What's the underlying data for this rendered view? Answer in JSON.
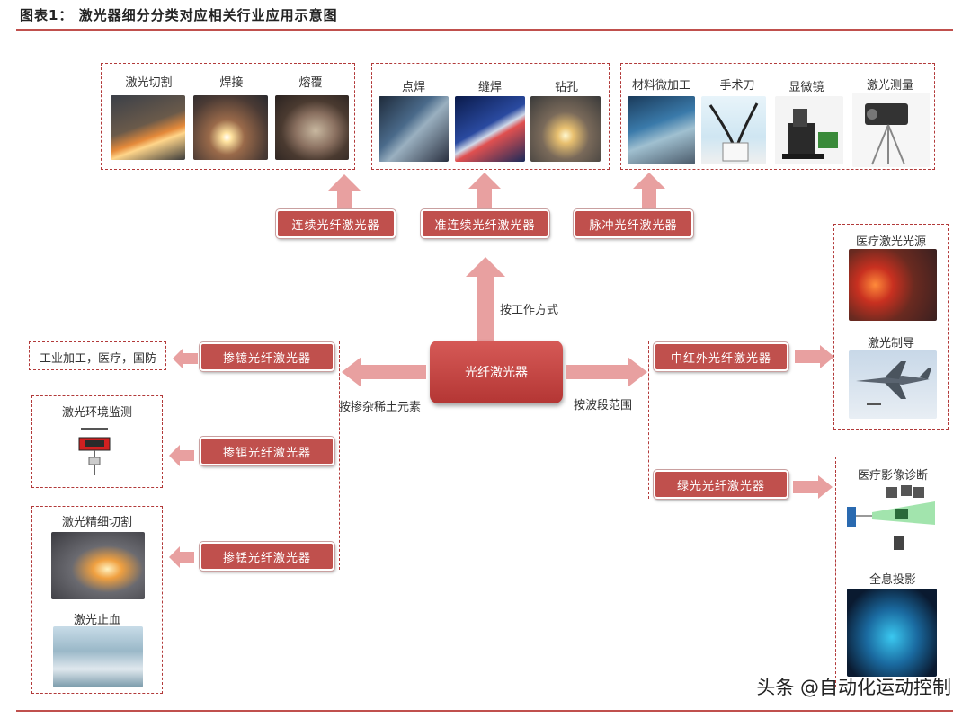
{
  "header": {
    "title": "图表1：  激光器细分分类对应相关行业应用示意图"
  },
  "center": {
    "label": "光纤激光器"
  },
  "classifications": {
    "by_work_mode": "按工作方式",
    "by_doping": "按掺杂稀土元素",
    "by_wavelength": "按波段范围"
  },
  "top_types": [
    "连续光纤激光器",
    "准连续光纤激光器",
    "脉冲光纤激光器"
  ],
  "top_apps": {
    "continuous": [
      "激光切割",
      "焊接",
      "熔覆"
    ],
    "quasi": [
      "点焊",
      "缝焊",
      "钻孔"
    ],
    "pulse": [
      "材料微加工",
      "手术刀",
      "显微镜",
      "激光测量"
    ]
  },
  "left_types": [
    "掺镱光纤激光器",
    "掺铒光纤激光器",
    "掺铥光纤激光器"
  ],
  "left_apps": {
    "ytterbium": "工业加工，医疗，国防",
    "erbium": "激光环境监测",
    "thulium": [
      "激光精细切割",
      "激光止血"
    ]
  },
  "right_types": [
    "中红外光纤激光器",
    "绿光光纤激光器"
  ],
  "right_apps": {
    "mid_ir": [
      "医疗激光光源",
      "激光制导"
    ],
    "green": [
      "医疗影像诊断",
      "全息投影"
    ]
  },
  "watermark": "头条 @自动化运动控制",
  "colors": {
    "accent": "#c0504d",
    "arrow": "#e8a0a0",
    "dashed": "#b23a3a"
  }
}
